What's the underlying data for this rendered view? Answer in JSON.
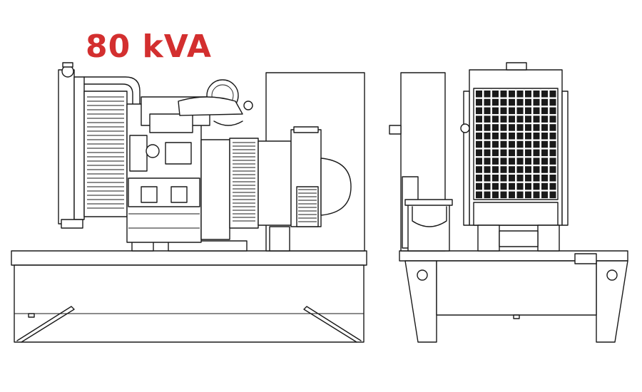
{
  "diagram": {
    "rating_label": "80 kVA",
    "accent_color": "#d32f2f",
    "line_color": "#1a1a1a",
    "background": "#ffffff",
    "views": [
      "side-view",
      "end-view"
    ]
  }
}
